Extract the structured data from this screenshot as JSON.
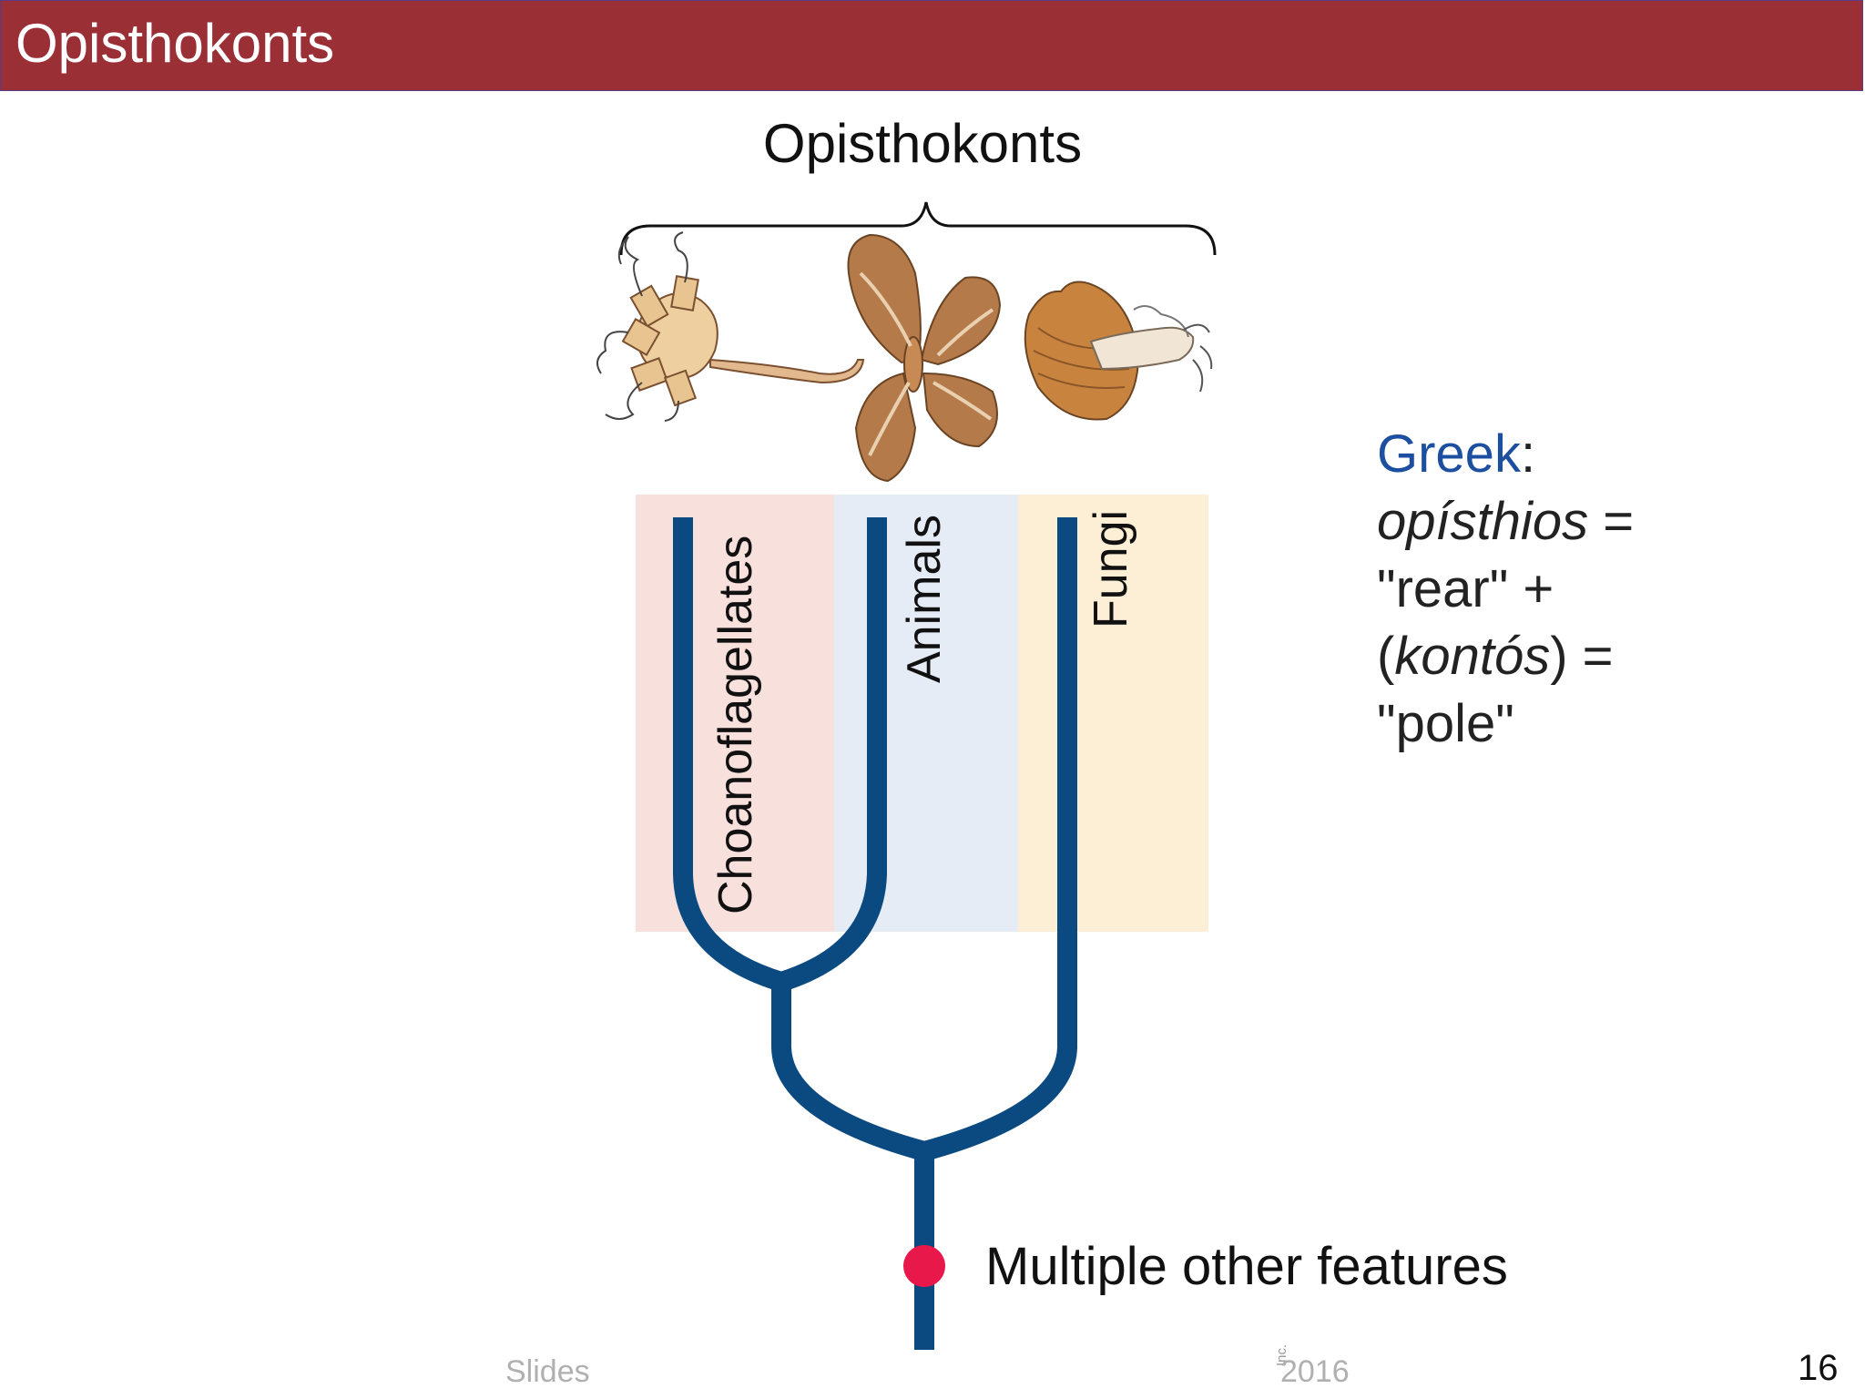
{
  "slide": {
    "title": "Opisthokonts",
    "page_number": "16"
  },
  "diagram": {
    "group_label": "Opisthokonts",
    "clades": [
      "Choanoflagellates",
      "Animals",
      "Fungi"
    ],
    "feature_label": "Multiple other features",
    "colors": {
      "branch": "#0b4a80",
      "feature_dot": "#e8194a",
      "choano_band": "#f8e0dc",
      "animals_band": "#e6ecf5",
      "fungi_band": "#fdefd6"
    }
  },
  "greek": {
    "label": "Greek",
    "colon": ":",
    "term1": "opísthios",
    "eq1": " =",
    "meaning1": "\"rear\" +",
    "paren_open": "(",
    "term2": "kontós",
    "paren_close": ") =",
    "meaning2": "\"pole\""
  },
  "footer": {
    "left": "Slides",
    "inc": "Inc.",
    "year": "2016"
  },
  "icons": [
    "choanoflagellate-illustration-icon",
    "moth-illustration-icon",
    "mushroom-illustration-icon",
    "feature-dot-icon"
  ]
}
